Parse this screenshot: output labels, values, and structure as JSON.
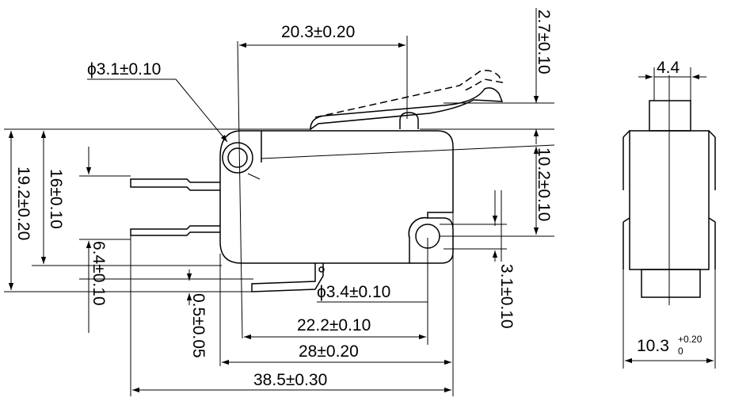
{
  "drawing": {
    "front_view": {
      "dim_20_3": "20.3±0.20",
      "dim_2_7": "2.7±0.10",
      "dim_hole_3_1": "ϕ3.1±0.10",
      "dim_16": "16±0.10",
      "dim_19_2": "19.2±0.20",
      "dim_10_2": "10.2±0.10",
      "dim_6_4": "6.4±0.10",
      "dim_0_5": "0.5±0.05",
      "dim_hole_3_4": "ϕ3.4±0.10",
      "dim_3_1": "3.1±0.10",
      "dim_22_2": "22.2±0.10",
      "dim_28": "28±0.20",
      "dim_38_5": "38.5±0.30"
    },
    "side_view": {
      "dim_4_4": "4.4",
      "dim_10_3_base": "10.3",
      "dim_10_3_upper": "+0.20",
      "dim_10_3_lower": "0"
    }
  }
}
